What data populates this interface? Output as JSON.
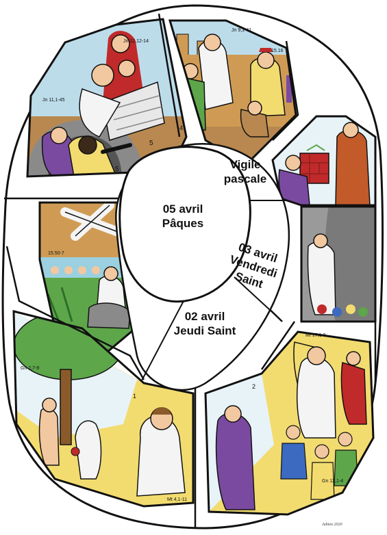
{
  "labels": {
    "easter": {
      "date": "05 avril",
      "name": "Pâques"
    },
    "vigil": {
      "line1": "Vigile",
      "line2": "pascale"
    },
    "good_friday": {
      "date": "03 avril",
      "line1": "Vendredi",
      "line2": "Saint"
    },
    "holy_thursday": {
      "date": "02 avril",
      "name": "Jeudi Saint"
    }
  },
  "references": {
    "lazarus_top": "Jn 11,1-45",
    "lazarus_mark": "5",
    "jerusalem_entry": "Jn 12,12-14",
    "blind_man": "Jn 9,1-41",
    "pharisee": "15.16",
    "passion": "15.50-7",
    "transfiguration": "Mt 17,1-9",
    "abraham": "Gn 12,1-4",
    "temptation": "Mt 4,1-11",
    "genesis": "Gn 2,7-9",
    "panel_num_4": "4",
    "panel_num_5": "5",
    "panel_num_6": "6",
    "panel_num_2": "2",
    "panel_num_1": "1"
  },
  "signature": "Jubien 2020",
  "colors": {
    "outline": "#111111",
    "sky": "#bcdcea",
    "sky_light": "#e8f3f7",
    "ground": "#b88850",
    "stone": "#d8a060",
    "purple": "#7a4aa0",
    "grass": "#5da64a",
    "yellow": "#f2dc70",
    "skin": "#f2c8a0",
    "robe_white": "#f4f4f4",
    "red": "#c02a2a",
    "wall": "#cf9b54",
    "grey": "#8a8a8a"
  }
}
